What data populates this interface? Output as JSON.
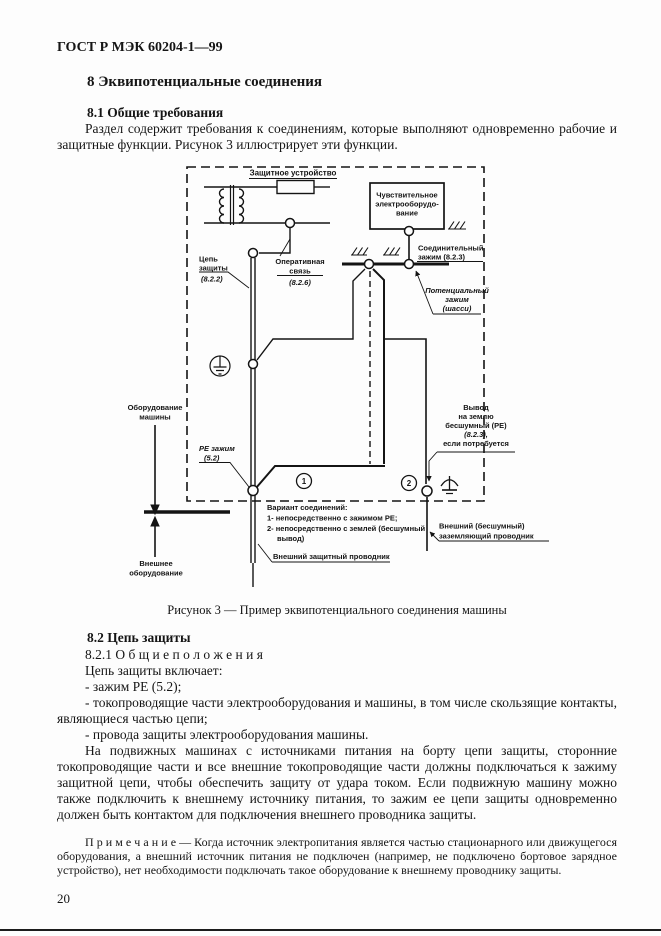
{
  "header": {
    "standard": "ГОСТ Р МЭК 60204-1—99"
  },
  "section8": {
    "title": "8  Эквипотенциальные соединения"
  },
  "s81": {
    "title": "8.1 Общие требования",
    "para": "Раздел содержит требования к соединениям, которые выполняют одновременно рабочие и защитные функции. Рисунок 3 иллюстрирует эти функции."
  },
  "figure": {
    "caption": "Рисунок 3 — Пример эквипотенциального соединения машины",
    "labels": {
      "protective_device": "Защитное устройство",
      "sensitive_equipment_l1": "Чувствительное",
      "sensitive_equipment_l2": "электрооборудо-",
      "sensitive_equipment_l3": "вание",
      "protection_circuit_l1": "Цепь",
      "protection_circuit_l2": "защиты",
      "protection_circuit_ref": "(8.2.2)",
      "operative_l1": "Оперативная",
      "operative_l2": "связь",
      "operative_ref": "(8.2.6)",
      "connection_terminal_l1": "Соединительный",
      "connection_terminal_l2": "зажим (8.2.3)",
      "potential_terminal_l1": "Потенциальный",
      "potential_terminal_l2": "зажим",
      "potential_terminal_l3": "(шасси)",
      "machine_equipment_l1": "Оборудование",
      "machine_equipment_l2": "машины",
      "pe_terminal_l1": "РЕ зажим",
      "pe_terminal_l2": "(5.2)",
      "noiseless_l1": "Вывод",
      "noiseless_l2": "на землю",
      "noiseless_l3": "бесшумный (РЕ)",
      "noiseless_l4": "(8.2.3),",
      "noiseless_l5": "если потребуется",
      "variants_title": "Вариант соединений:",
      "variant_1": "1- непосредственно с зажимом РЕ;",
      "variant_2a": "2- непосредственно с землей (бесшумный",
      "variant_2b": "вывод)",
      "ext_protective": "Внешний защитный проводник",
      "ext_earthing_l1": "Внешний (бесшумный)",
      "ext_earthing_l2": "заземляющий проводник",
      "external_equipment_l1": "Внешнее",
      "external_equipment_l2": "оборудование",
      "marker_1": "1",
      "marker_2": "2"
    }
  },
  "s82": {
    "title": "8.2 Цепь защиты",
    "s821_title": "8.2.1 О б щ и е   п о л о ж е н и я",
    "intro": "Цепь защиты включает:",
    "item1": "- зажим РЕ (5.2);",
    "item2": "- токопроводящие части электрооборудования и машины, в том числе скользящие контакты, являющиеся частью цепи;",
    "item3": "- провода защиты электрооборудования машины.",
    "para": "На подвижных машинах с источниками питания на борту цепи защиты, сторонние токопроводящие части и все внешние токопроводящие части должны подключаться к зажиму защитной цепи, чтобы обеспечить защиту от удара током. Если подвижную машину можно также подключить к внешнему источнику питания, то зажим ее цепи защиты одновременно должен быть контактом для подключения внешнего проводника защиты.",
    "note": "П р и м е ч а н и е — Когда источник электропитания является частью стационарного или движущегося оборудования, а внешний источник питания не подключен (например, не подключено бортовое зарядное устройство), нет необходимости подключать такое оборудование к внешнему проводнику защиты."
  },
  "footer": {
    "page_number": "20"
  }
}
